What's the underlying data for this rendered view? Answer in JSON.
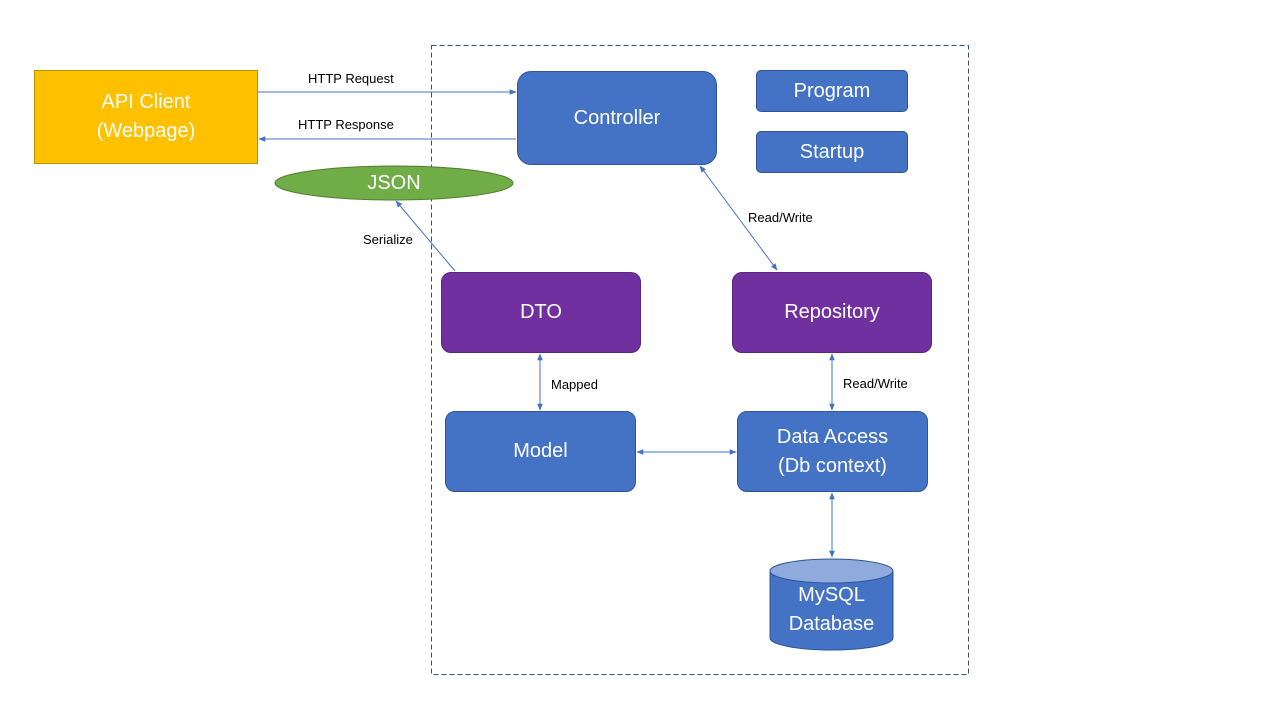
{
  "colors": {
    "client": "#ffc000",
    "component": "#4472c4",
    "data_component": "#7030a0",
    "json": "#70ad47",
    "database_top": "#8faadc",
    "edge": "#4472c4"
  },
  "nodes": {
    "api_client": {
      "line1": "API Client",
      "line2": "(Webpage)"
    },
    "controller": "Controller",
    "program": "Program",
    "startup": "Startup",
    "json": "JSON",
    "dto": "DTO",
    "repository": "Repository",
    "model": "Model",
    "data_access": {
      "line1": "Data Access",
      "line2": "(Db context)"
    },
    "database": {
      "line1": "MySQL",
      "line2": "Database"
    }
  },
  "edges": {
    "http_request": "HTTP Request",
    "http_response": "HTTP Response",
    "serialize": "Serialize",
    "controller_repository": "Read/Write",
    "dto_model": "Mapped",
    "repository_data_access": "Read/Write"
  }
}
